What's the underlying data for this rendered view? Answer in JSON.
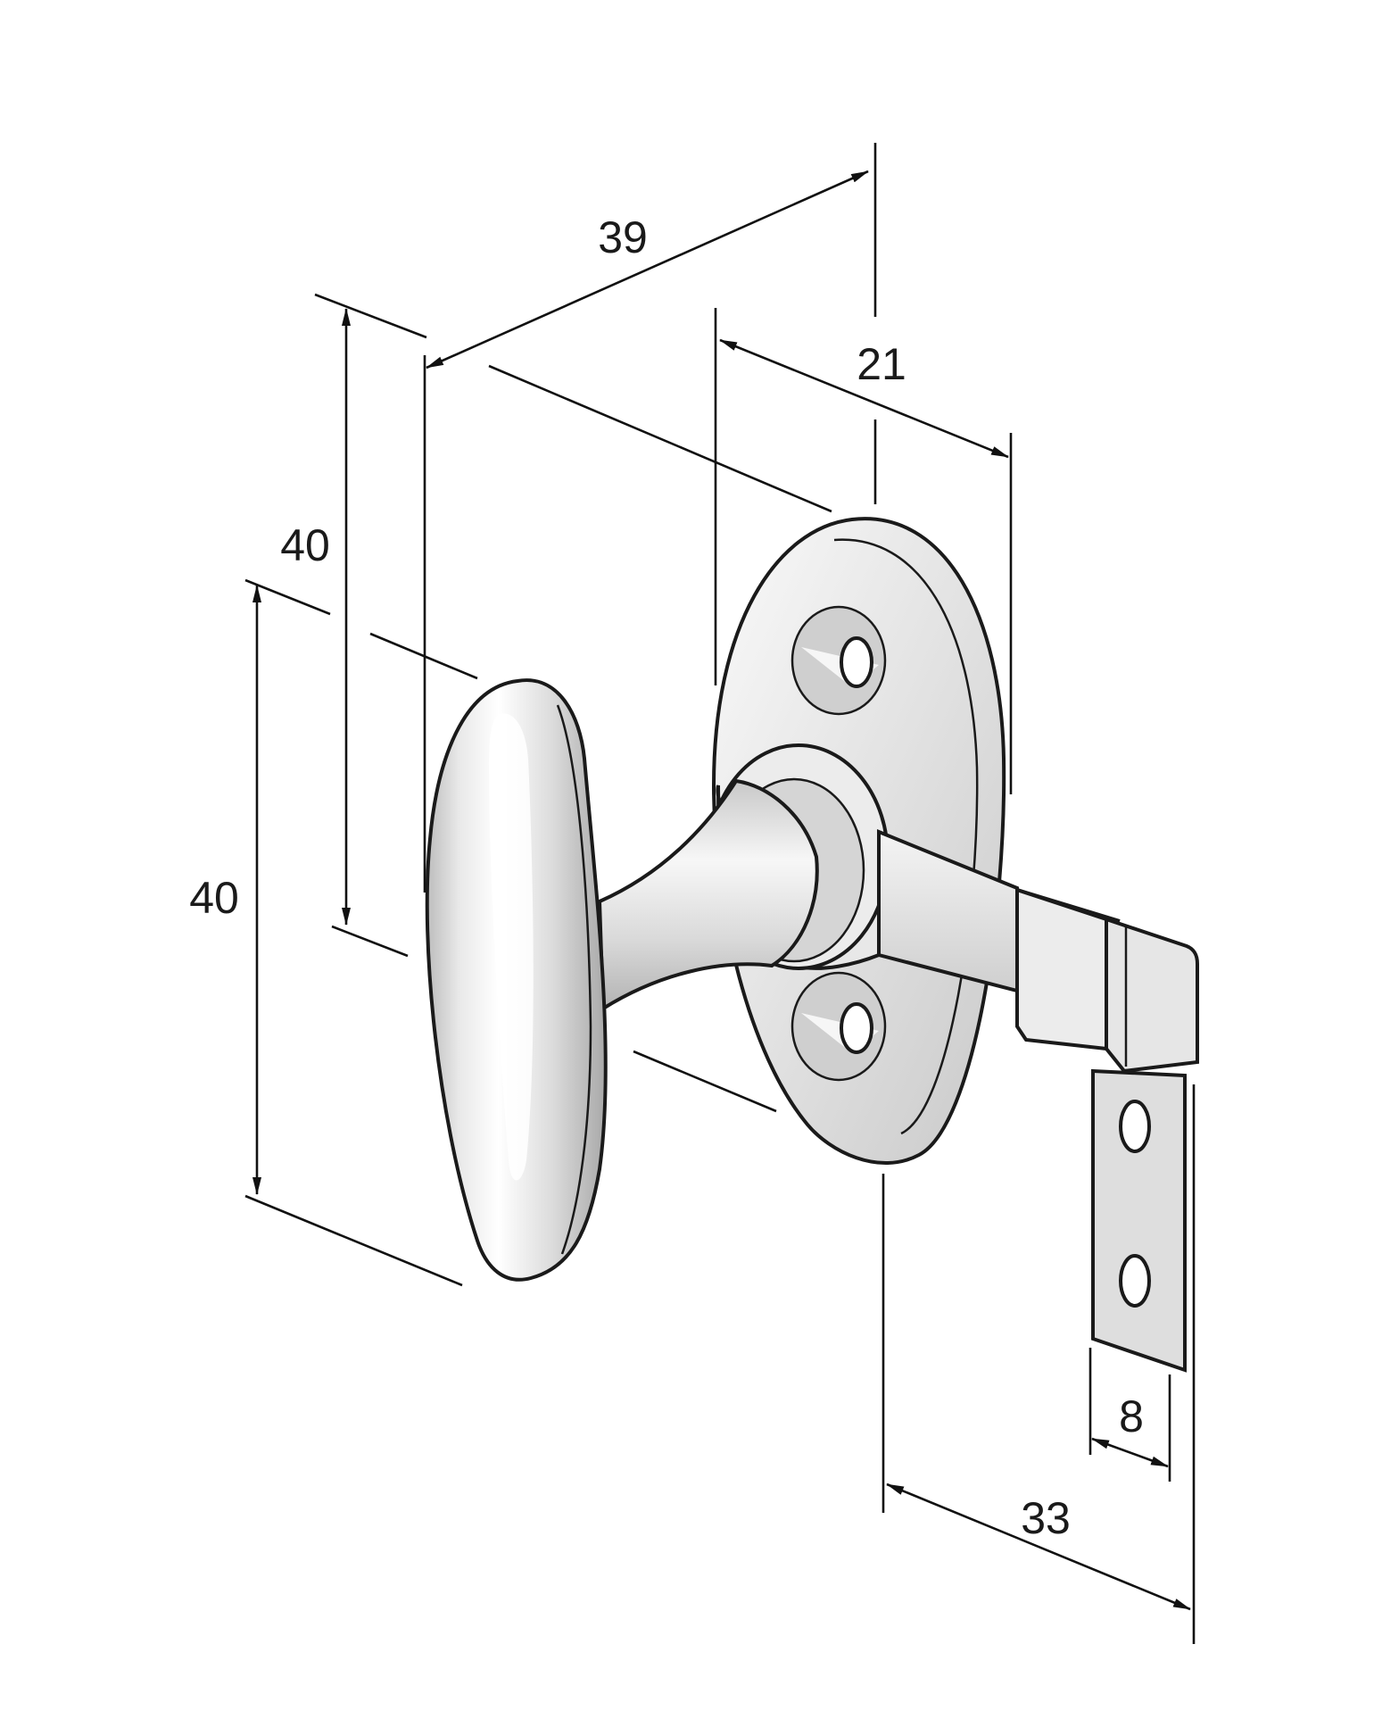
{
  "dimensions": {
    "d39": "39",
    "d21": "21",
    "d40_upper": "40",
    "d40_lower": "40",
    "d8": "8",
    "d33": "33"
  },
  "colors": {
    "line": "#111111",
    "metal_light": "#f2f2f2",
    "metal_mid": "#d4d4d4",
    "metal_dark": "#a8a8a8"
  }
}
